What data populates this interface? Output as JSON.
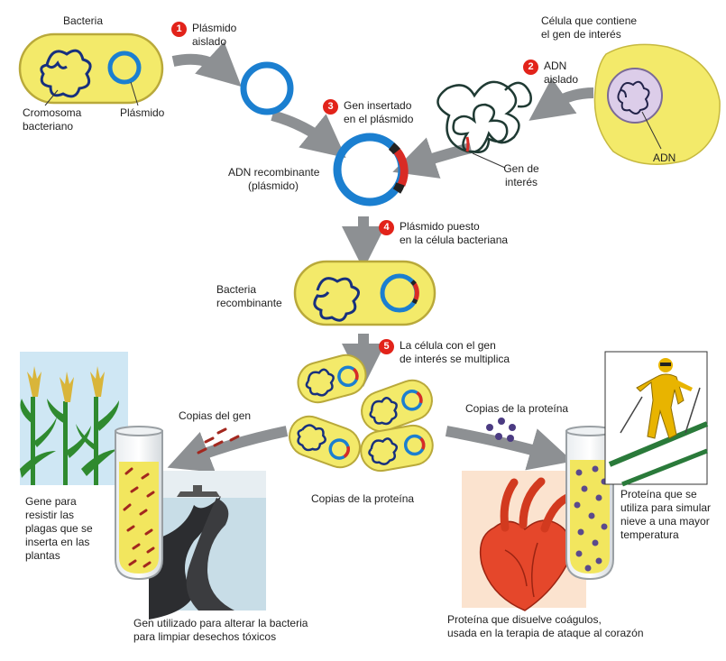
{
  "labels": {
    "bacteria": "Bacteria",
    "cromosoma": "Cromosoma\nbacteriano",
    "plasmido": "Plásmido",
    "celula_gen": "Célula que contiene\nel gen de interés",
    "adn": "ADN",
    "adn_recombinante": "ADN recombinante\n(plásmido)",
    "gen_de_interes": "Gen de\ninterés",
    "bacteria_recombinante": "Bacteria\nrecombinante",
    "copias_gen": "Copias del gen",
    "copias_proteina_top": "Copias de la proteína",
    "copias_proteina_bottom": "Copias de la proteína",
    "gene_plantas": "Gene para\nresistir las\nplagas que se\ninserta en las\nplantas",
    "gen_bacteria_limpiar": "Gen utilizado para alterar la bacteria\npara limpiar desechos tóxicos",
    "proteina_coagulos": "Proteína que disuelve coágulos,\nusada en la terapia de ataque al corazón",
    "proteina_nieve": "Proteína que se\nutiliza para simular\nnieve a una mayor\ntemperatura"
  },
  "steps": [
    {
      "num": "1",
      "text": "Plásmido\naislado"
    },
    {
      "num": "2",
      "text": "ADN\naislado"
    },
    {
      "num": "3",
      "text": "Gen insertado\nen el plásmido"
    },
    {
      "num": "4",
      "text": "Plásmido puesto\nen la célula bacteriana"
    },
    {
      "num": "5",
      "text": "La célula con el gen\nde interés se multiplica"
    }
  ],
  "colors": {
    "bacteria_fill": "#f3ea6a",
    "bacteria_stroke": "#b9a93a",
    "plasmid_blue": "#1b7fd0",
    "dna_navy": "#17307e",
    "gene_red": "#d92b25",
    "arrow_gray": "#8d9093",
    "step_red": "#e2231a"
  }
}
